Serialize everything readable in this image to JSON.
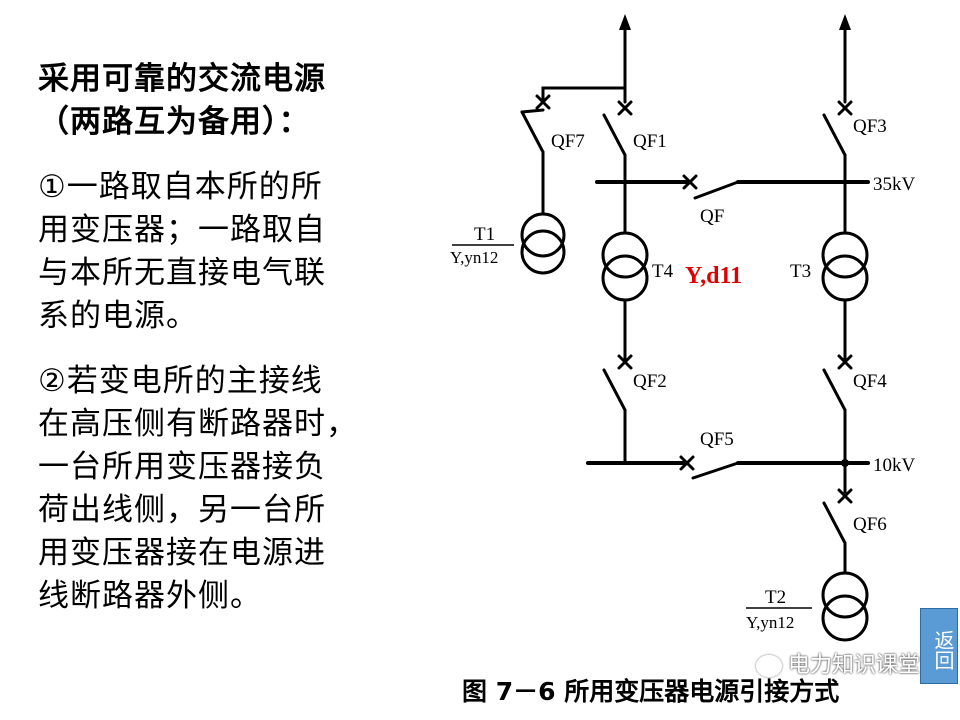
{
  "slide": {
    "title_line1": "采用可靠的交流电源",
    "title_line2": "（两路互为备用）：",
    "paragraph1": {
      "line1": "①一路取自本所的所",
      "line2": "用变压器；一路取自",
      "line3": "与本所无直接电气联",
      "line4": "系的电源。"
    },
    "paragraph2": {
      "line1": "②若变电所的主接线",
      "line2": "在高压侧有断路器时，",
      "line3": "一台所用变压器接负",
      "line4": "荷出线侧，另一台所",
      "line5": "用变压器接在电源进",
      "line6": "线断路器外侧。"
    }
  },
  "diagram": {
    "breakers": {
      "qf1": "QF1",
      "qf2": "QF2",
      "qf3": "QF3",
      "qf4": "QF4",
      "qf5": "QF5",
      "qf6": "QF6",
      "qf7": "QF7",
      "qf": "QF"
    },
    "transformers": {
      "t1_name": "T1",
      "t1_group": "Y,yn12",
      "t2_name": "T2",
      "t2_group": "Y,yn12",
      "t3_name": "T3",
      "t4_name": "T4"
    },
    "annotation": "Y,d11",
    "annotation_color": "#e00000",
    "bus_35kv": "35kV",
    "bus_10kv": "10kV",
    "caption": "图 7－6  所用变压器电源引接方式"
  },
  "return_button": {
    "label": "返回",
    "color": "#5b9bd5"
  },
  "watermark": {
    "text": "电力知识课堂",
    "icon": "wechat-icon"
  }
}
